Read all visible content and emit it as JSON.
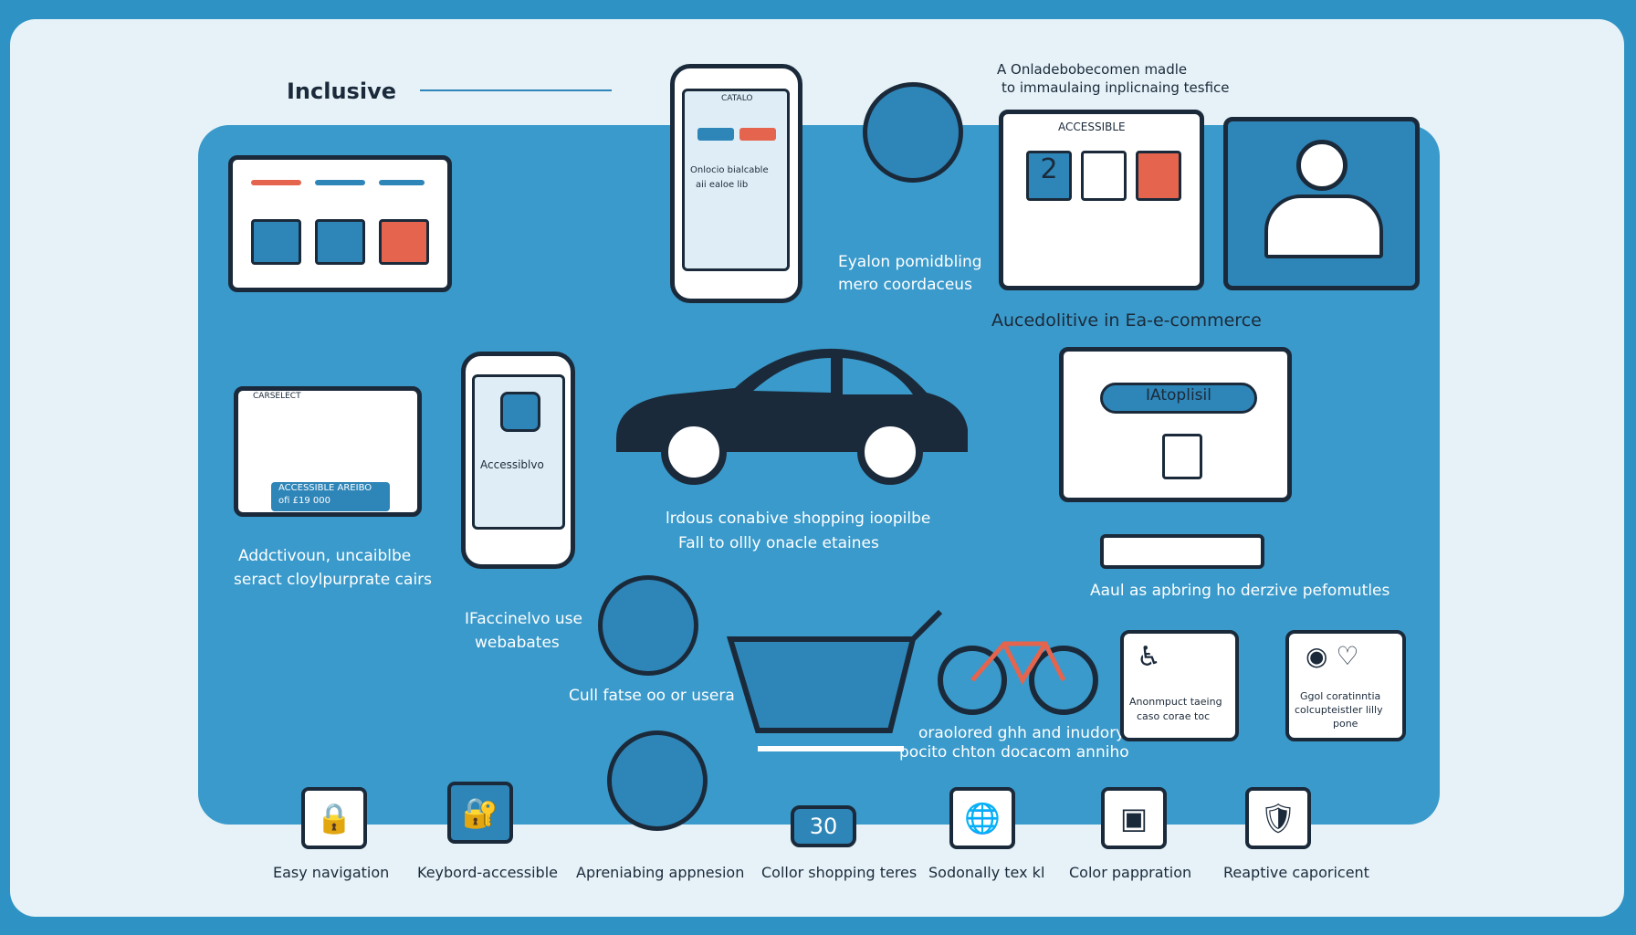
{
  "title": "Inclusive",
  "top_caption": [
    "A Onladebobecomen madle",
    "to immaulaing inplicnaing tesfice"
  ],
  "monitor_top_right": {
    "label": "ACCESSIBLE",
    "number": "2"
  },
  "phone_top": {
    "header": "CATALO",
    "text": [
      "Onlocio bialcable",
      "aii ealoe lib"
    ]
  },
  "mid_caption": [
    "Eyalon pomidbling",
    "mero coordaceus"
  ],
  "section_heading": "Aucedolitive in Ea-e-commerce",
  "phone_center": {
    "label": "Accessiblvo"
  },
  "left_window": {
    "header": "CARSELECT",
    "price": [
      "ACCESSIBLE AREIBO",
      "ofi £19 000"
    ]
  },
  "left_caption": [
    "Addctivoun, uncaiblbe",
    "seract cloylpurprate cairs"
  ],
  "center_caption": [
    "lrdous conabive shopping ioopilbe",
    "Fall to ollly onacle etaines"
  ],
  "websites_caption": [
    "IFaccinelvo use",
    "webabates"
  ],
  "users_caption": "Cull fatse oo or usera",
  "right_monitor": {
    "button": "IAtoplisil"
  },
  "right_caption": "Aaul as apbring ho derzive pefomutles",
  "cart_caption": [
    "oraolored ghh and inudory",
    "pocito chton docacom anniho"
  ],
  "card_left": [
    "Anonmpuct taeing",
    "caso corae toc"
  ],
  "card_right": [
    "Ggol coratinntia",
    "colcupteistler lilly",
    "pone"
  ],
  "cart_button": "30",
  "bottom_labels": [
    "Easy navigation",
    "Keybord-accessible",
    "Apreniabing appnesion",
    "Collor shopping teres",
    "Sodonally tex kl",
    "Color pappration",
    "Reaptive caporicent"
  ],
  "colors": {
    "frame": "#2e93c4",
    "panel": "#3a9acb",
    "dark": "#1b2a3a",
    "accent": "#e4644e",
    "light": "#e6f2f8"
  }
}
